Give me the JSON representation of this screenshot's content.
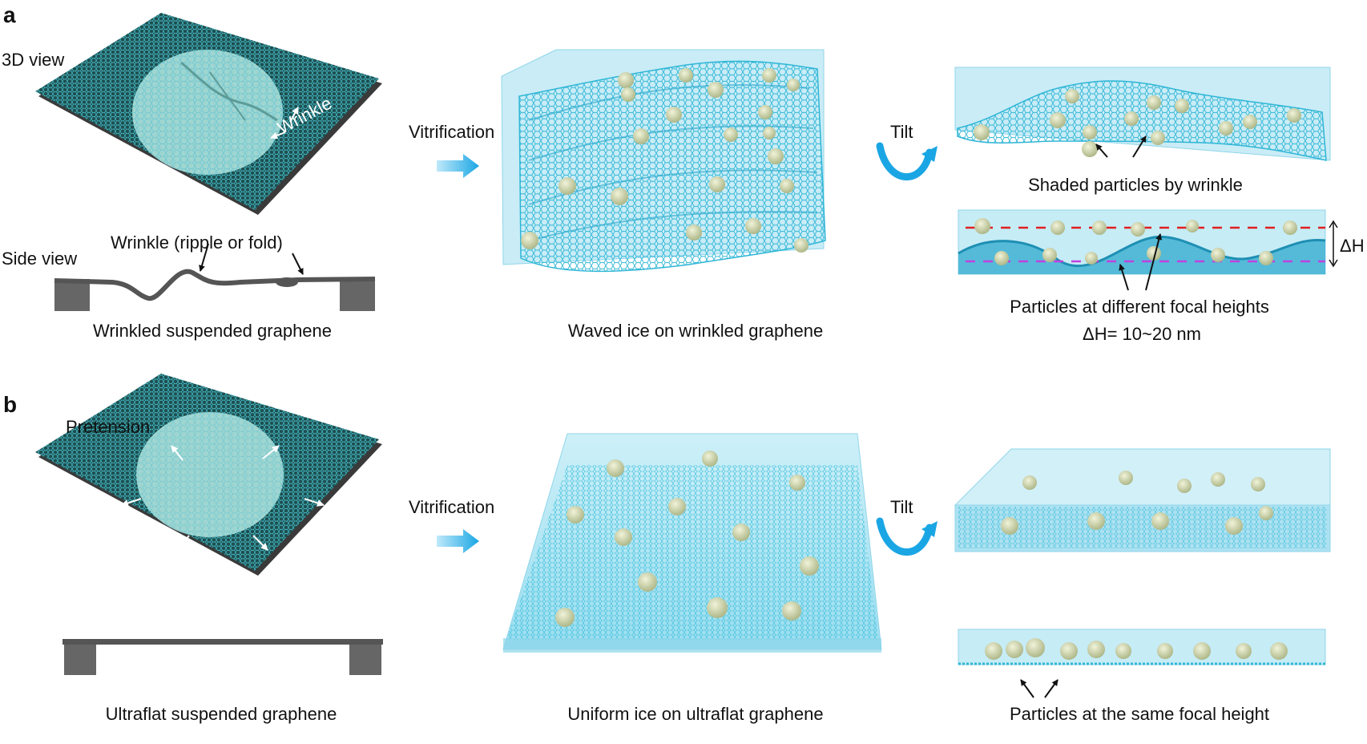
{
  "panel_a": {
    "letter": "a",
    "view_3d": "3D view",
    "view_side": "Side view",
    "wrinkle": "Wrinkle",
    "wrinkle_side": "Wrinkle (ripple or fold)",
    "left_caption": "Wrinkled suspended graphene",
    "step1": "Vitrification",
    "middle_caption": "Waved ice on wrinkled graphene",
    "step2": "Tilt",
    "shaded": "Shaded particles by wrinkle",
    "delta_h": "ΔH",
    "focal": "Particles at different focal heights",
    "delta_range": "ΔH= 10~20 nm"
  },
  "panel_b": {
    "letter": "b",
    "pretension": "Pretension",
    "left_caption": "Ultraflat suspended graphene",
    "step1": "Vitrification",
    "middle_caption": "Uniform ice on ultraflat graphene",
    "step2": "Tilt",
    "focal": "Particles at the same focal height"
  },
  "colors": {
    "graphene": "#1e4f4f",
    "ice": "#a6e3f1",
    "ice_edge": "#5bc7e2",
    "lattice": "#2fb6d6",
    "particle": "#d6dcb2",
    "arrow": "#27b2e6",
    "support": "#6e6e6e",
    "red_line": "#e02020",
    "magenta_line": "#c040e0"
  },
  "icons": [
    "vitrification-arrow-icon",
    "tilt-arrow-icon"
  ]
}
